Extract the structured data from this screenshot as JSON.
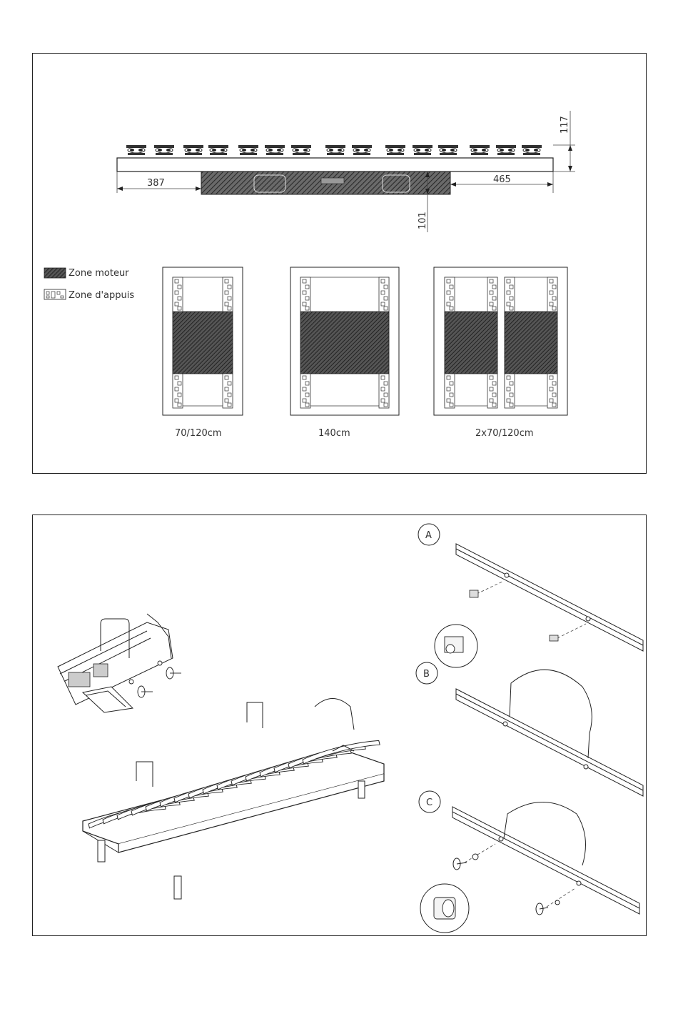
{
  "side_view": {
    "dim_height": "117",
    "dim_left": "387",
    "dim_right": "465",
    "dim_motor_drop": "101"
  },
  "legend": {
    "motor_zone": "Zone moteur",
    "support_zone": "Zone d'appuis"
  },
  "bed_sizes": [
    {
      "caption": "70/120cm"
    },
    {
      "caption": "140cm"
    },
    {
      "caption": "2x70/120cm"
    }
  ],
  "assembly": {
    "variants": [
      "A",
      "B",
      "C"
    ]
  },
  "colors": {
    "line": "#222222",
    "hatch": "#555555",
    "paper": "#ffffff"
  }
}
